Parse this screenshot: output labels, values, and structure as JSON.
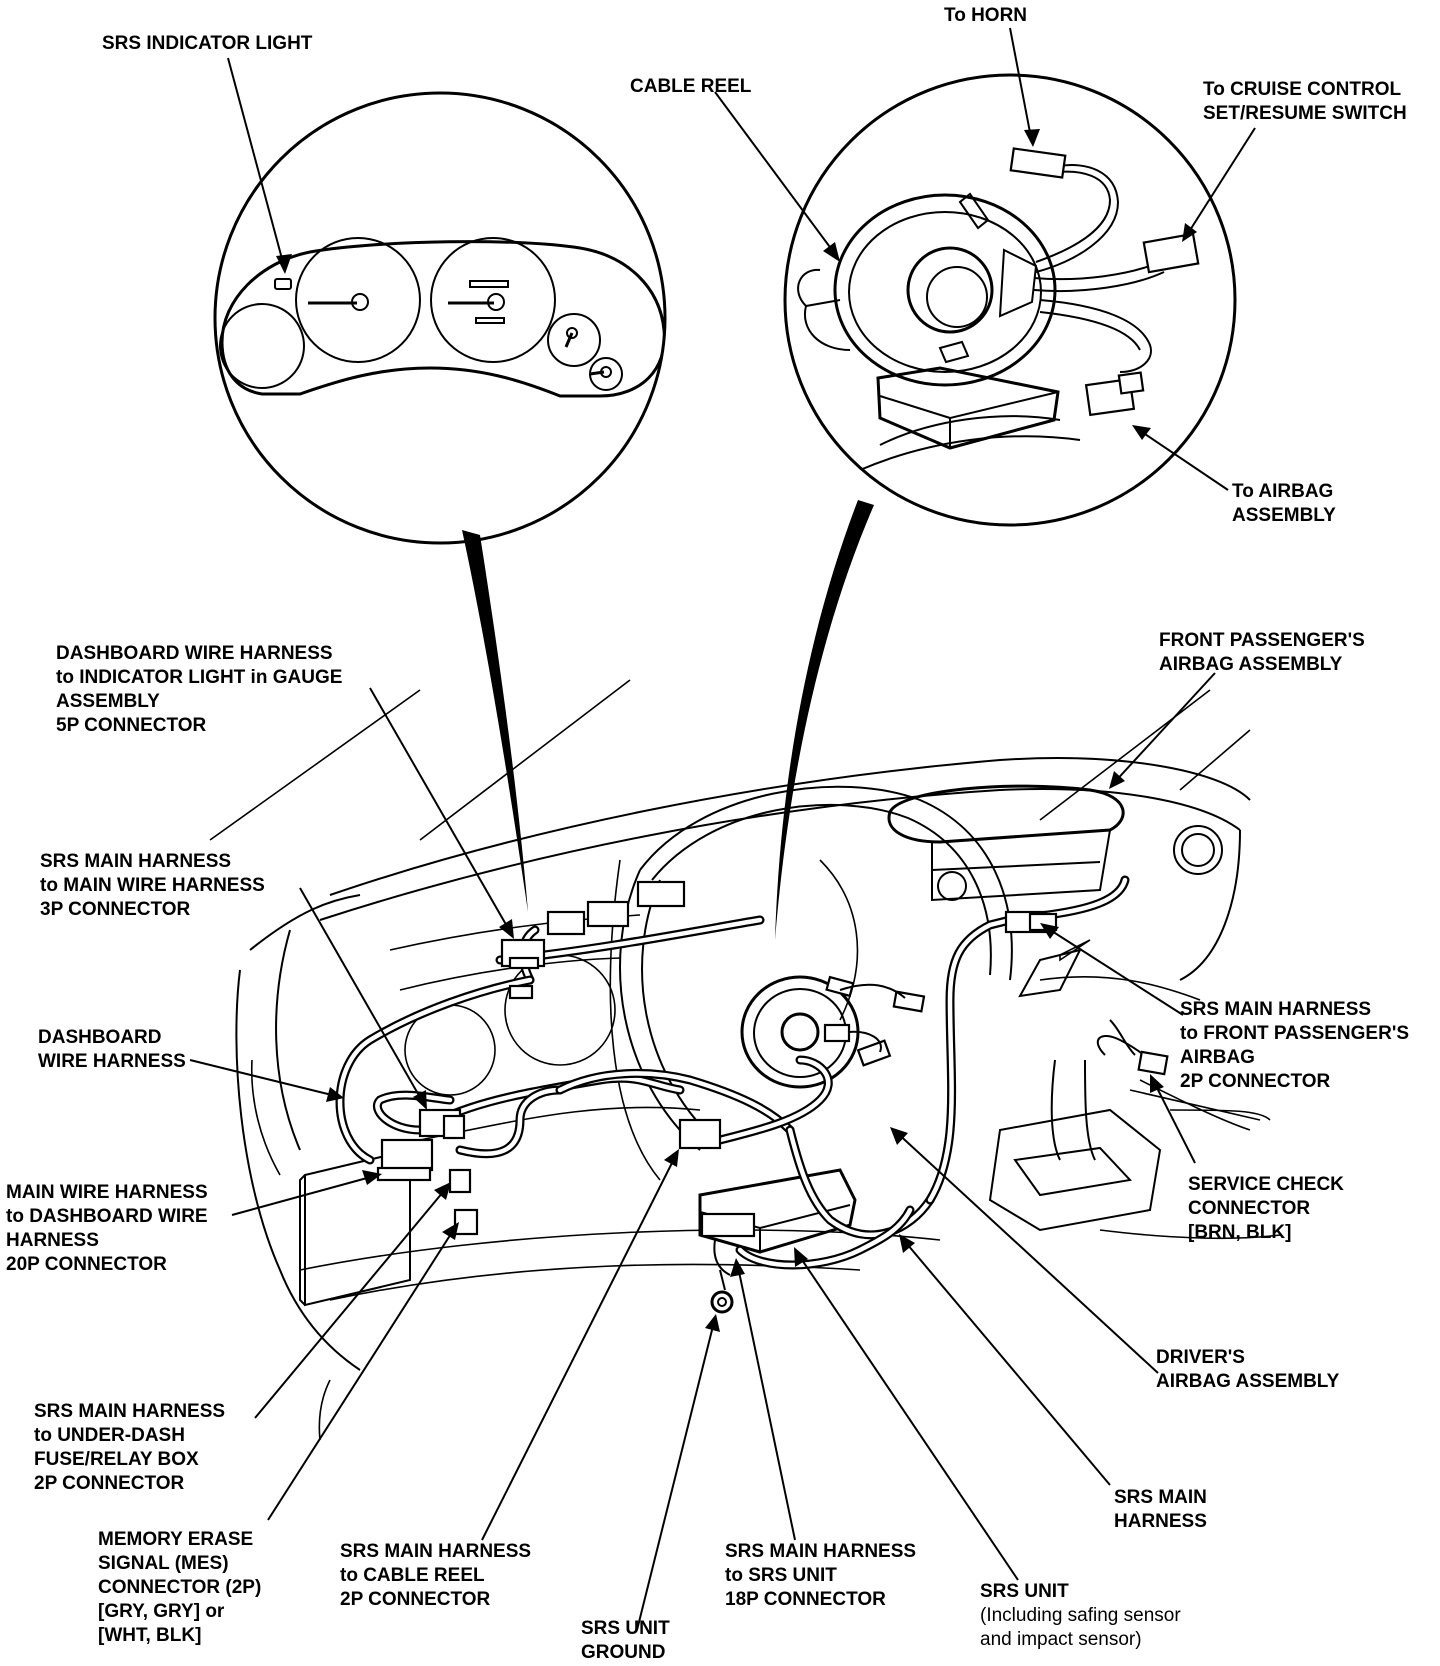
{
  "labels": {
    "srs_indicator_light": [
      "SRS INDICATOR LIGHT"
    ],
    "to_horn": [
      "To HORN"
    ],
    "cable_reel": [
      "CABLE REEL"
    ],
    "to_cruise_control": [
      "To CRUISE CONTROL",
      "SET/RESUME SWITCH"
    ],
    "to_airbag_assembly": [
      "To AIRBAG",
      "ASSEMBLY"
    ],
    "dashboard_to_indicator": [
      "DASHBOARD WIRE HARNESS",
      "to INDICATOR LIGHT in GAUGE",
      "ASSEMBLY",
      "5P CONNECTOR"
    ],
    "front_passenger_airbag": [
      "FRONT PASSENGER'S",
      "AIRBAG ASSEMBLY"
    ],
    "srs_main_to_main_wire": [
      "SRS MAIN HARNESS",
      "to MAIN WIRE HARNESS",
      "3P CONNECTOR"
    ],
    "dashboard_wire_harness": [
      "DASHBOARD",
      "WIRE HARNESS"
    ],
    "srs_main_to_front_passenger": [
      "SRS MAIN HARNESS",
      "to FRONT PASSENGER'S",
      "AIRBAG",
      "2P CONNECTOR"
    ],
    "main_wire_to_dashboard": [
      "MAIN WIRE HARNESS",
      "to DASHBOARD WIRE",
      "HARNESS",
      "20P CONNECTOR"
    ],
    "service_check_connector": [
      "SERVICE CHECK",
      "CONNECTOR",
      "[BRN, BLK]"
    ],
    "drivers_airbag": [
      "DRIVER'S",
      "AIRBAG ASSEMBLY"
    ],
    "srs_main_to_underdash": [
      "SRS MAIN HARNESS",
      "to UNDER-DASH",
      "FUSE/RELAY BOX",
      "2P CONNECTOR"
    ],
    "srs_main_harness": [
      "SRS MAIN",
      "HARNESS"
    ],
    "memory_erase_signal": [
      "MEMORY ERASE",
      "SIGNAL (MES)",
      "CONNECTOR (2P)",
      "[GRY, GRY] or",
      "[WHT, BLK]"
    ],
    "srs_main_to_cable_reel": [
      "SRS MAIN HARNESS",
      "to CABLE REEL",
      "2P CONNECTOR"
    ],
    "srs_main_to_srs_unit": [
      "SRS MAIN HARNESS",
      "to SRS UNIT",
      "18P CONNECTOR"
    ],
    "srs_unit_ground": [
      "SRS UNIT",
      "GROUND"
    ],
    "srs_unit_title": [
      "SRS UNIT"
    ],
    "srs_unit_note": [
      "(Including safing sensor",
      "and impact sensor)"
    ]
  }
}
